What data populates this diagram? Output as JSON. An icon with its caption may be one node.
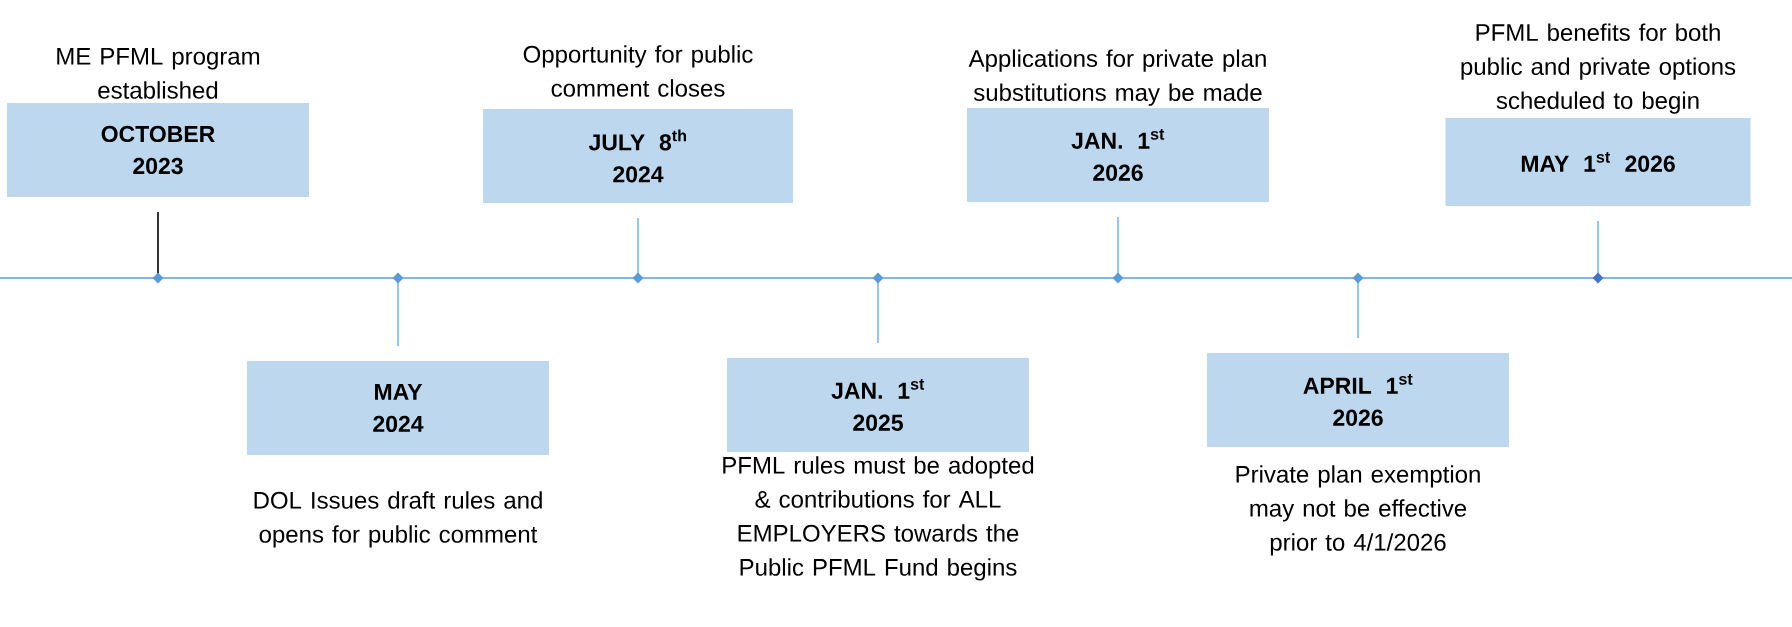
{
  "diagram": {
    "nodes": [
      {
        "text": [
          "OCTOBER",
          "2023"
        ],
        "beside": [
          "ME PFML program established"
        ]
      },
      {
        "text": [
          "MAY",
          "2024"
        ],
        "beside": [
          "DOL Issues draft rules and opens for public comment"
        ]
      },
      {
        "text": [
          "JULY 8$^{th}$",
          "2024"
        ],
        "beside": [
          "Opportunity for public comment closes"
        ]
      },
      {
        "text": [
          "JAN. 1$^{st}$",
          "2025"
        ],
        "beside": [
          "PFML rules must be adopted & contributions for ALL EMPLOYERS towards the Public PFML Fund begins"
        ]
      },
      {
        "text": [
          "JAN. 1$^{st}$",
          "2026"
        ],
        "beside": [
          "Applications for private plan substitutions may be made"
        ]
      },
      {
        "text": [
          "APRIL 1$^{st}$",
          "2026"
        ],
        "beside": [
          "Private plan exemption may not be effective prior to 4/1/2026"
        ]
      },
      {
        "text": [
          "MAY 1$^{st}$ 2026"
        ],
        "beside": [
          "PFML benefits for both public and private options scheduled to begin"
        ]
      }
    ]
  }
}
